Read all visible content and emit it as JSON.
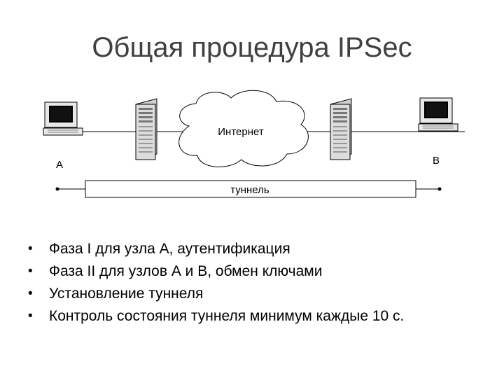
{
  "slide": {
    "title": "Общая процедура IPSec"
  },
  "diagram": {
    "cloud_label": "Интернет",
    "node_a_label": "A",
    "node_b_label": "B",
    "tunnel_label": "туннель"
  },
  "bullets": [
    {
      "symbol": "•",
      "text": "Фаза I для узла А, аутентификация"
    },
    {
      "symbol": "•",
      "text": "Фаза II для узлов А и В, обмен ключами"
    },
    {
      "symbol": "•",
      "text": "Установление туннеля"
    },
    {
      "symbol": "•",
      "text": "Контроль состояния туннеля минимум каждые 10 с."
    }
  ]
}
